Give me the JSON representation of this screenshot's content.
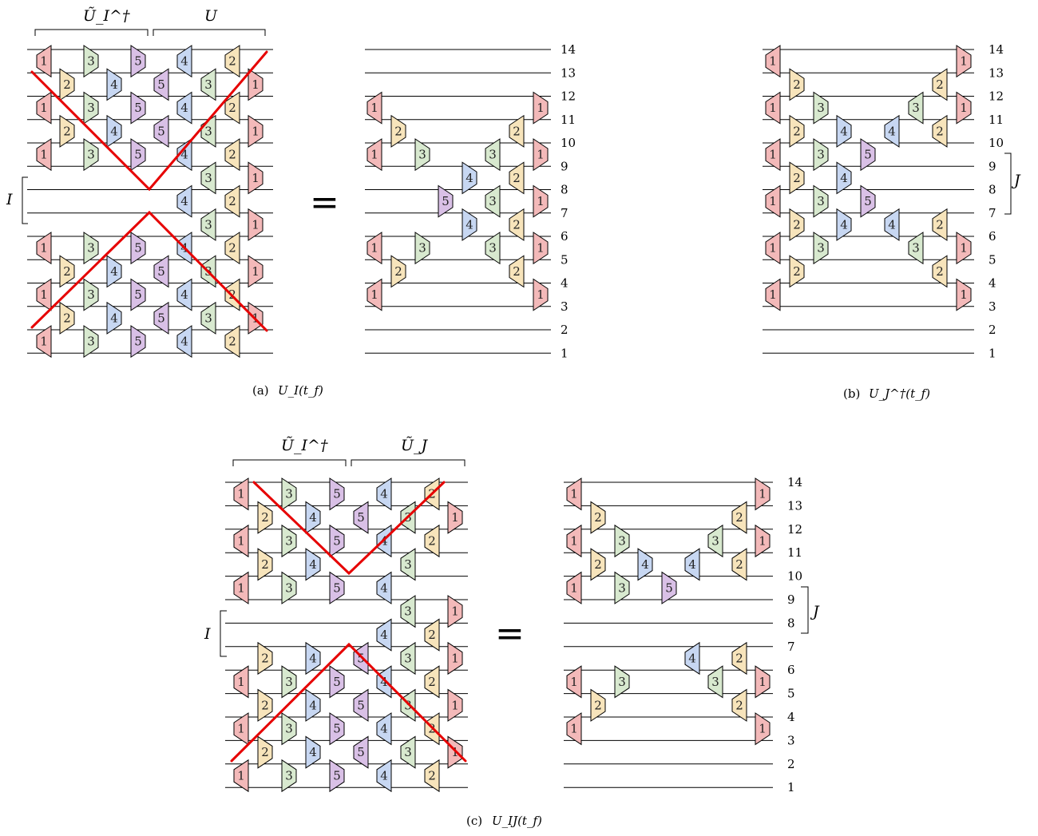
{
  "gate_colors": {
    "1": "#f3b9b9",
    "2": "#f7e4bb",
    "3": "#d8e9cf",
    "4": "#c7d7f2",
    "5": "#d9c0e6"
  },
  "gate_number_labels": [
    "1",
    "2",
    "3",
    "4",
    "5"
  ],
  "light_cone_color": "#e60000",
  "wire_numbers": [
    "14",
    "13",
    "12",
    "11",
    "10",
    "9",
    "8",
    "7",
    "6",
    "5",
    "4",
    "3",
    "2",
    "1"
  ],
  "equals_sign": "=",
  "panel_a": {
    "caption_text": "(a) ",
    "caption_math": "U_I(t_f)",
    "top_bracket_left": "Ũ_I^†",
    "top_bracket_right": "U",
    "region_label": "I"
  },
  "panel_b": {
    "caption_text": "(b) ",
    "caption_math": "U_J^†(t_f)",
    "region_label": "J"
  },
  "panel_c": {
    "caption_text": "(c) ",
    "caption_math": "U_IJ(t_f)",
    "top_bracket_left": "Ũ_I^†",
    "top_bracket_right": "Ũ_J",
    "region_label_left": "I",
    "region_label_right": "J"
  }
}
